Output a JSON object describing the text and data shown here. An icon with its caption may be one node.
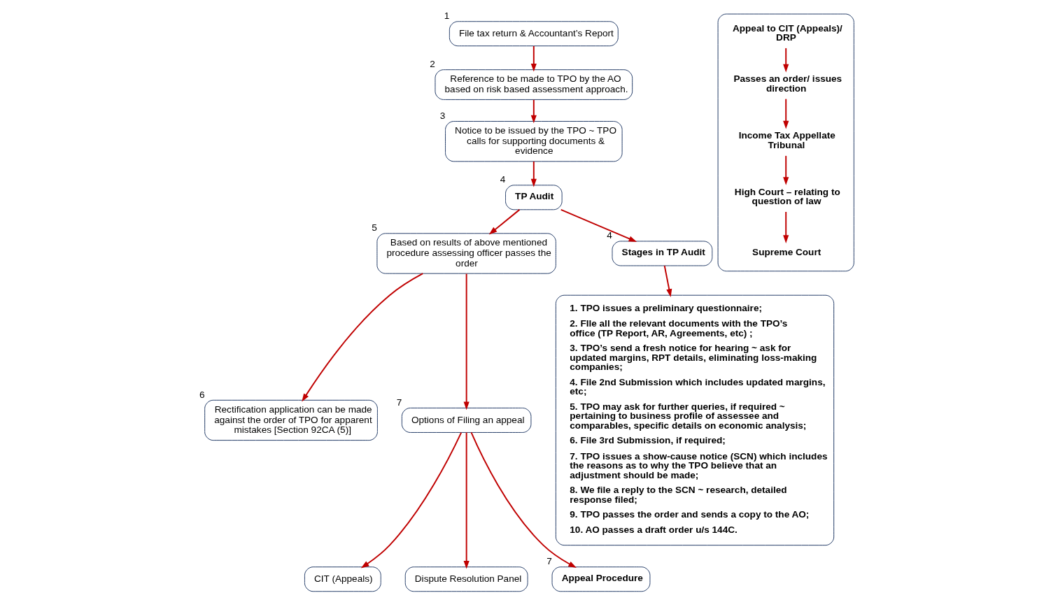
{
  "diagram": {
    "nodes": [
      {
        "text": [
          "File tax return & Accountant’s Report"
        ],
        "beside": [
          "1"
        ]
      },
      {
        "text": [
          "Reference to be made to TPO by the AO based on risk based assessment approach."
        ],
        "beside": [
          "2"
        ]
      },
      {
        "text": [
          "Notice to be issued by the TPO ~ TPO calls for supporting documents & evidence"
        ],
        "beside": [
          "3"
        ]
      },
      {
        "text": [
          "TP Audit"
        ],
        "beside": [
          "4"
        ]
      },
      {
        "text": [
          "Based on results of above mentioned procedure assessing officer passes the order"
        ],
        "beside": [
          "5"
        ]
      },
      {
        "text": [
          "Rectification application can be made against the order of TPO for apparent mistakes [Section 92CA (5)]"
        ],
        "beside": [
          "6"
        ]
      },
      {
        "text": [
          "Options of Filing an appeal"
        ],
        "beside": [
          "7"
        ]
      },
      {
        "text": [
          "CIT (Appeals)"
        ]
      },
      {
        "text": [
          "Dispute Resolution Panel"
        ]
      },
      {
        "text": [
          "Stages in TP Audit"
        ],
        "beside": [
          "4"
        ]
      },
      {
        "text": [
          "1. TPO issues a preliminary questionnaire;",
          "2. FIle all the relevant documents with the TPO’s office (TP Report, AR, Agreements, etc) ;",
          "3. TPO’s send a fresh notice for hearing ~ ask for updated margins, RPT details, eliminating loss-making companies;",
          "4. File 2nd Submission which includes updated margins, etc;",
          "5. TPO may ask for further queries, if required ~ pertaining to business profile of assessee and comparables, specific details on economic analysis;",
          "6. File 3rd Submission, if required;",
          "7. TPO issues a show-cause notice (SCN) which includes the reasons as to why the TPO believe that an adjustment should be made;",
          "8. We file a reply to the SCN ~ research, detailed response filed;",
          "9. TPO passes the order and sends a copy to the AO;",
          "10. AO passes a draft order u/s 144C."
        ]
      },
      {
        "text": [
          "Appeal Procedure"
        ],
        "beside": [
          "7"
        ]
      },
      {
        "text": [],
        "shape": "box"
      },
      {
        "text": [
          "Appeal to CIT (Appeals)/ DRP"
        ],
        "in": 12
      },
      {
        "text": [
          "Passes an order/ issues direction"
        ],
        "in": 12
      },
      {
        "text": [
          "Income Tax Appellate Tribunal"
        ],
        "in": 12
      },
      {
        "text": [
          "High Court – relating to question of law"
        ],
        "in": 12
      },
      {
        "text": [
          "Supreme Court"
        ],
        "in": 12
      }
    ],
    "edges": [
      {
        "from": 0,
        "to": 1,
        "arrow": "to"
      },
      {
        "from": 1,
        "to": 2,
        "arrow": "to"
      },
      {
        "from": 2,
        "to": 3,
        "arrow": "to"
      },
      {
        "from": 3,
        "to": 9,
        "arrow": "to"
      },
      {
        "from": 9,
        "to": 10,
        "arrow": "to"
      },
      {
        "from": 3,
        "to": 4,
        "arrow": "to"
      },
      {
        "from": 4,
        "to": 5,
        "arrow": "to"
      },
      {
        "from": 4,
        "to": 6,
        "arrow": "to"
      },
      {
        "from": 6,
        "to": 7,
        "arrow": "to"
      },
      {
        "from": 6,
        "to": 8,
        "arrow": "to"
      },
      {
        "from": 6,
        "to": 11,
        "arrow": "to"
      },
      {
        "from": 13,
        "to": 14,
        "arrow": "to"
      },
      {
        "from": 14,
        "to": 15,
        "arrow": "to"
      },
      {
        "from": 15,
        "to": 16,
        "arrow": "to"
      },
      {
        "from": 16,
        "to": 17,
        "arrow": "to"
      }
    ]
  }
}
